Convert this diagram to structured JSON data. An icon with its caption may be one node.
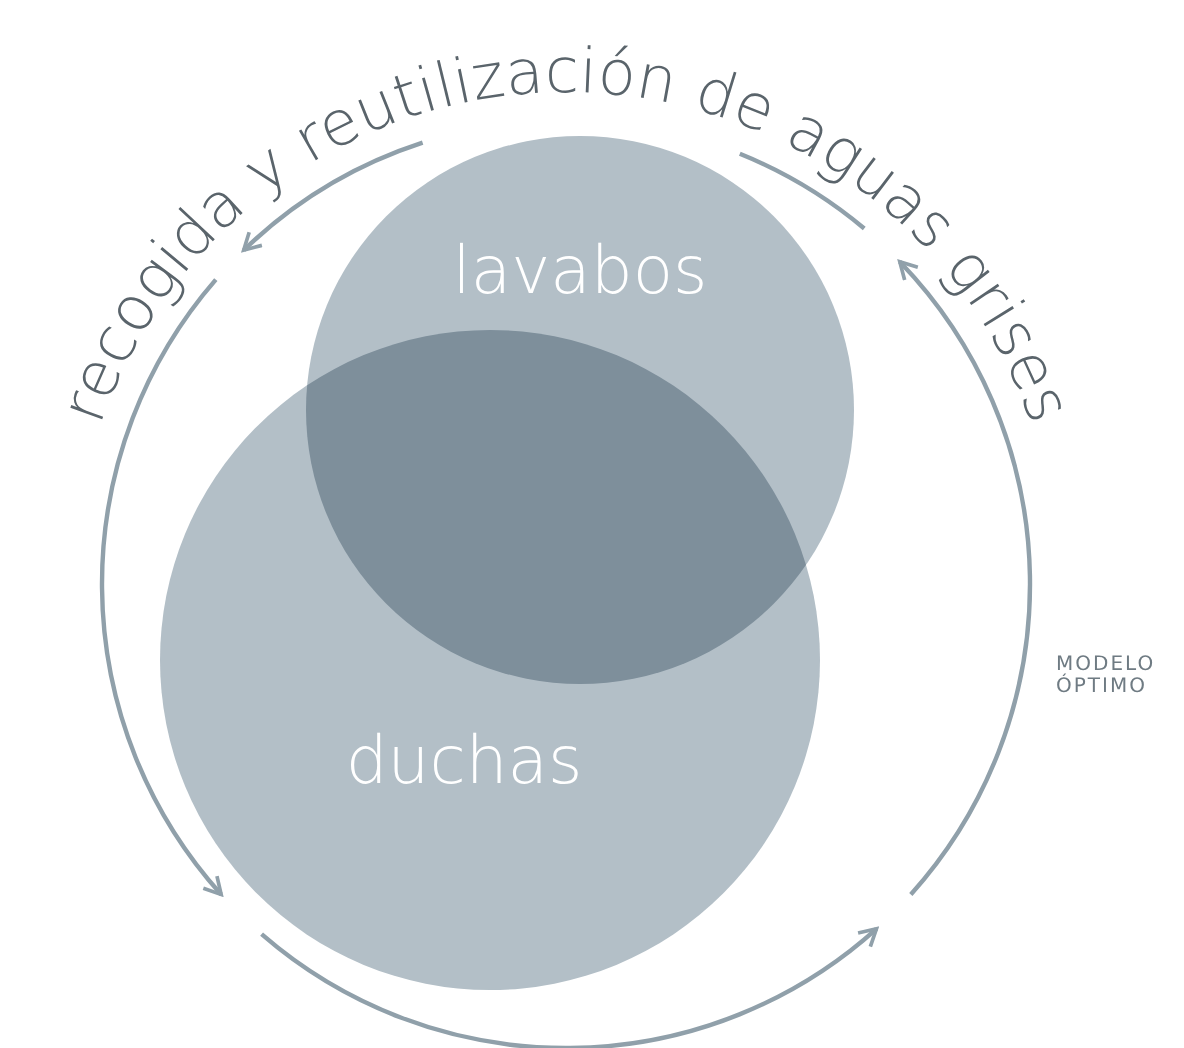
{
  "diagram": {
    "title": "recogida y reutilización de aguas grises",
    "nodes": [
      {
        "text": [
          "lavabos"
        ]
      },
      {
        "text": [
          "duchas"
        ]
      }
    ],
    "labels": [
      "MODELO ÓPTIMO"
    ]
  }
}
